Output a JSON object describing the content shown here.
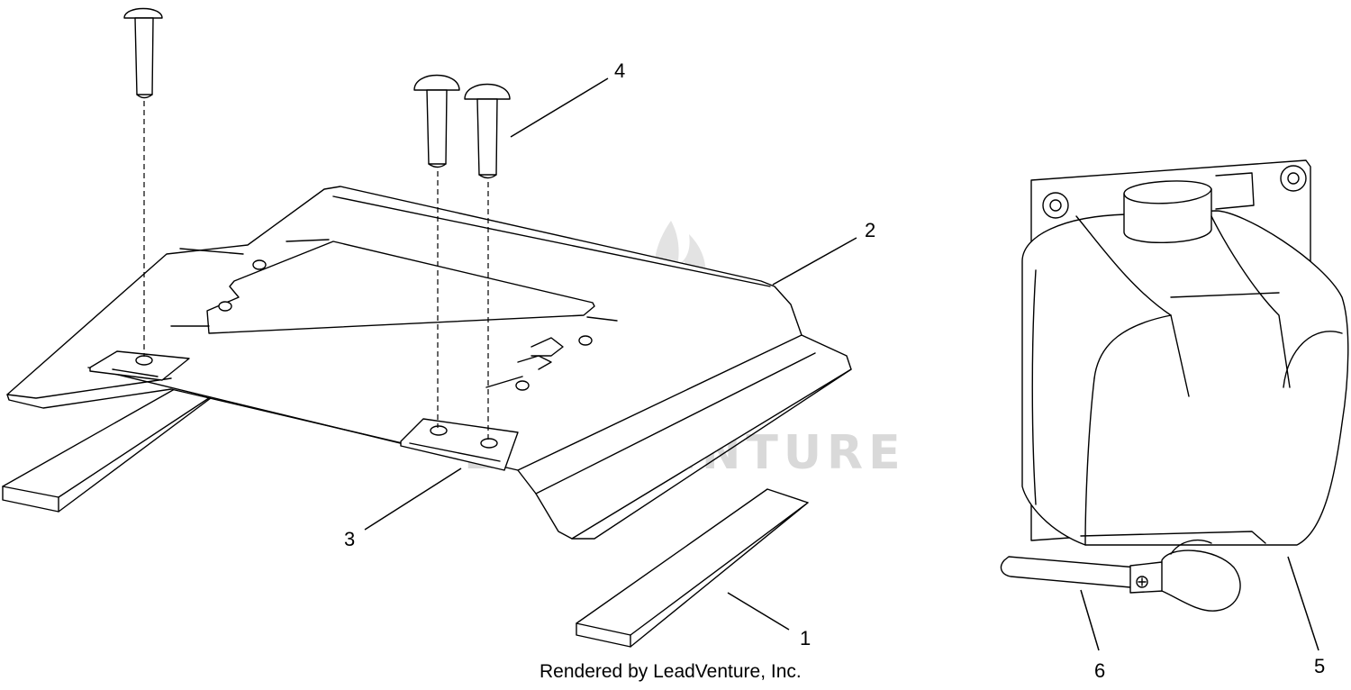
{
  "watermark": {
    "wordmark": "LEADVENTURE",
    "logo_icon": "flame-v-logo-icon"
  },
  "callouts": [
    {
      "id": "1",
      "label": "1"
    },
    {
      "id": "2",
      "label": "2"
    },
    {
      "id": "3",
      "label": "3"
    },
    {
      "id": "4",
      "label": "4"
    },
    {
      "id": "5",
      "label": "5"
    },
    {
      "id": "6",
      "label": "6"
    }
  ],
  "credit": "Rendered by LeadVenture, Inc.",
  "colors": {
    "line": "#000000",
    "watermark": "#d9d9d9",
    "background": "#ffffff"
  }
}
